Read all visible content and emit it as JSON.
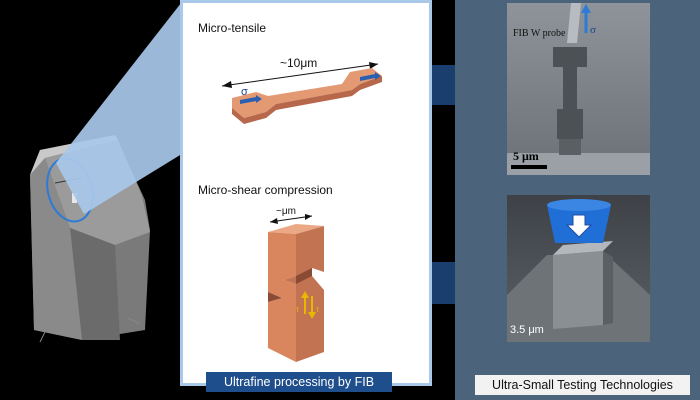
{
  "left": {
    "title": ""
  },
  "middle": {
    "tensile_label": "Micro-tensile",
    "tensile_dim": "~10μm",
    "shear_label": "Micro-shear compression",
    "shear_dim": "~μm",
    "sigma": "σ",
    "tau": "τ",
    "caption": "Ultrafine processing by FIB"
  },
  "right": {
    "probe_label": "FIB W probe",
    "sigma": "σ",
    "scale_top": "5 μm",
    "scale_bottom": "3.5 μm",
    "caption": "Ultra-Small Testing Technologies"
  },
  "colors": {
    "specimen": "#d9865f",
    "specimen_dark": "#b7674a",
    "panel_border": "#a9c8ea",
    "arrow_blue": "#1a3f6f",
    "caption_blue": "#1f4e8c",
    "right_bg": "#4b647c"
  }
}
